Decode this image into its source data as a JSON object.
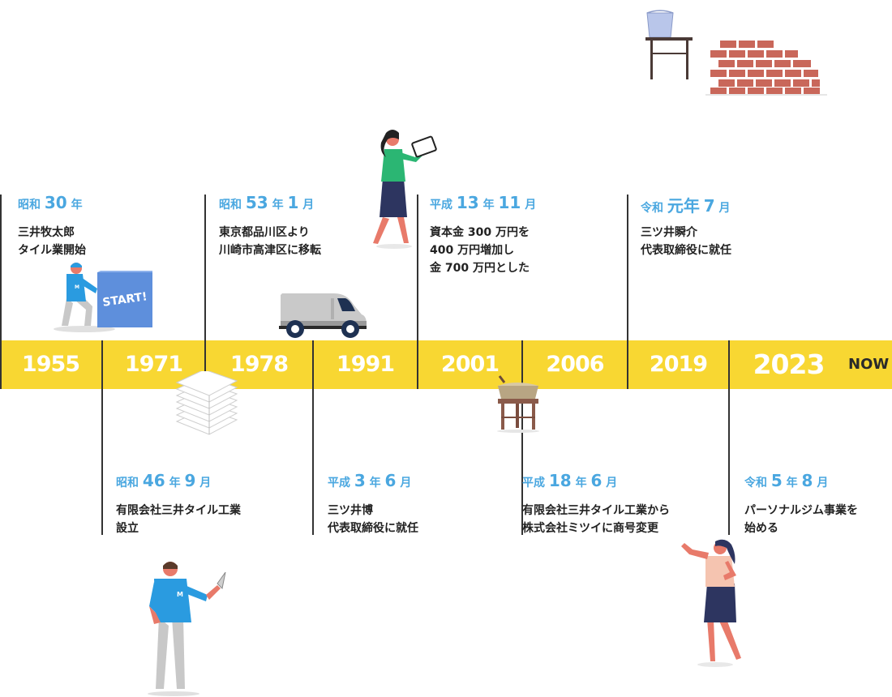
{
  "timeline": {
    "years": [
      "1955",
      "1971",
      "1978",
      "1991",
      "2001",
      "2006",
      "2019",
      "2023"
    ],
    "now_label": "NOW"
  },
  "events": [
    {
      "era_a": "昭和",
      "num1": "30",
      "u1": "年",
      "num2": "",
      "u2": "",
      "desc": "三井牧太郎\nタイル業開始"
    },
    {
      "era_a": "昭和",
      "num1": "46",
      "u1": "年",
      "num2": "9",
      "u2": "月",
      "desc": "有限会社三井タイル工業\n設立"
    },
    {
      "era_a": "昭和",
      "num1": "53",
      "u1": "年",
      "num2": "1",
      "u2": "月",
      "desc": "東京都品川区より\n川崎市高津区に移転"
    },
    {
      "era_a": "平成",
      "num1": "3",
      "u1": "年",
      "num2": "6",
      "u2": "月",
      "desc": "三ツ井博\n代表取締役に就任"
    },
    {
      "era_a": "平成",
      "num1": "13",
      "u1": "年",
      "num2": "11",
      "u2": "月",
      "desc": "資本金 300 万円を\n400 万円増加し\n金 700 万円とした"
    },
    {
      "era_a": "平成",
      "num1": "18",
      "u1": "年",
      "num2": "6",
      "u2": "月",
      "desc": "有限会社三井タイル工業から\n株式会社ミツイに商号変更"
    },
    {
      "era_a": "令和",
      "num1": "元年",
      "u1": "",
      "num2": "7",
      "u2": "月",
      "desc": "三ツ井瞬介\n代表取締役に就任"
    },
    {
      "era_a": "令和",
      "num1": "5",
      "u1": "年",
      "num2": "8",
      "u2": "月",
      "desc": "パーソナルジム事業を\n始める"
    }
  ],
  "illustrations": {
    "start_sign": "START!",
    "shirt_logo": "M"
  },
  "colors": {
    "band": "#f8d732",
    "era_text": "#4aa7e0",
    "brick": "#c9675a",
    "shirt": "#2a9be0",
    "green_top": "#2bb673",
    "skirt": "#2d3560"
  }
}
